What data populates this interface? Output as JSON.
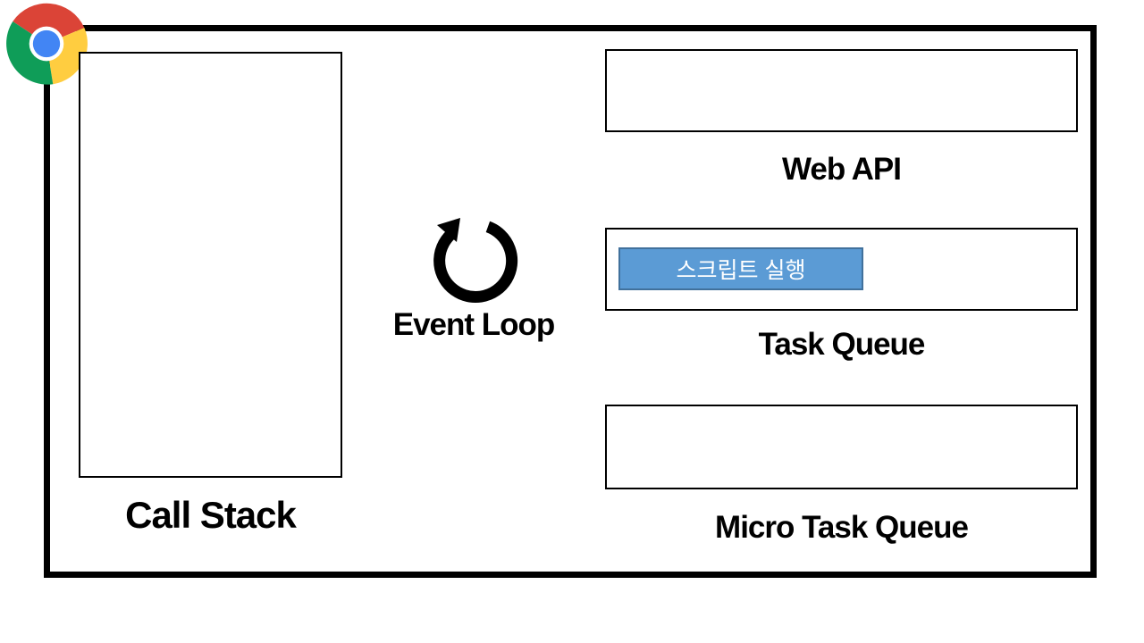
{
  "page": {
    "background": "#FFFFFF",
    "frame_border_color": "#000000"
  },
  "browser": {
    "name": "Chrome",
    "logo_colors": {
      "red": "#DB4437",
      "yellow": "#FFCD40",
      "green": "#0F9D58",
      "blue": "#4285F4",
      "ring": "#FFFFFF"
    }
  },
  "diagram": {
    "call_stack": {
      "label": "Call Stack",
      "items": []
    },
    "event_loop": {
      "label": "Event Loop",
      "icon": "clockwise-circular-arrow"
    },
    "web_api": {
      "label": "Web API",
      "items": []
    },
    "task_queue": {
      "label": "Task Queue",
      "items": [
        {
          "label": "스크립트 실행",
          "fill": "#5B9BD5",
          "border": "#41719C",
          "text_color": "#FFFFFF"
        }
      ]
    },
    "micro_task_queue": {
      "label": "Micro Task Queue",
      "items": []
    }
  }
}
